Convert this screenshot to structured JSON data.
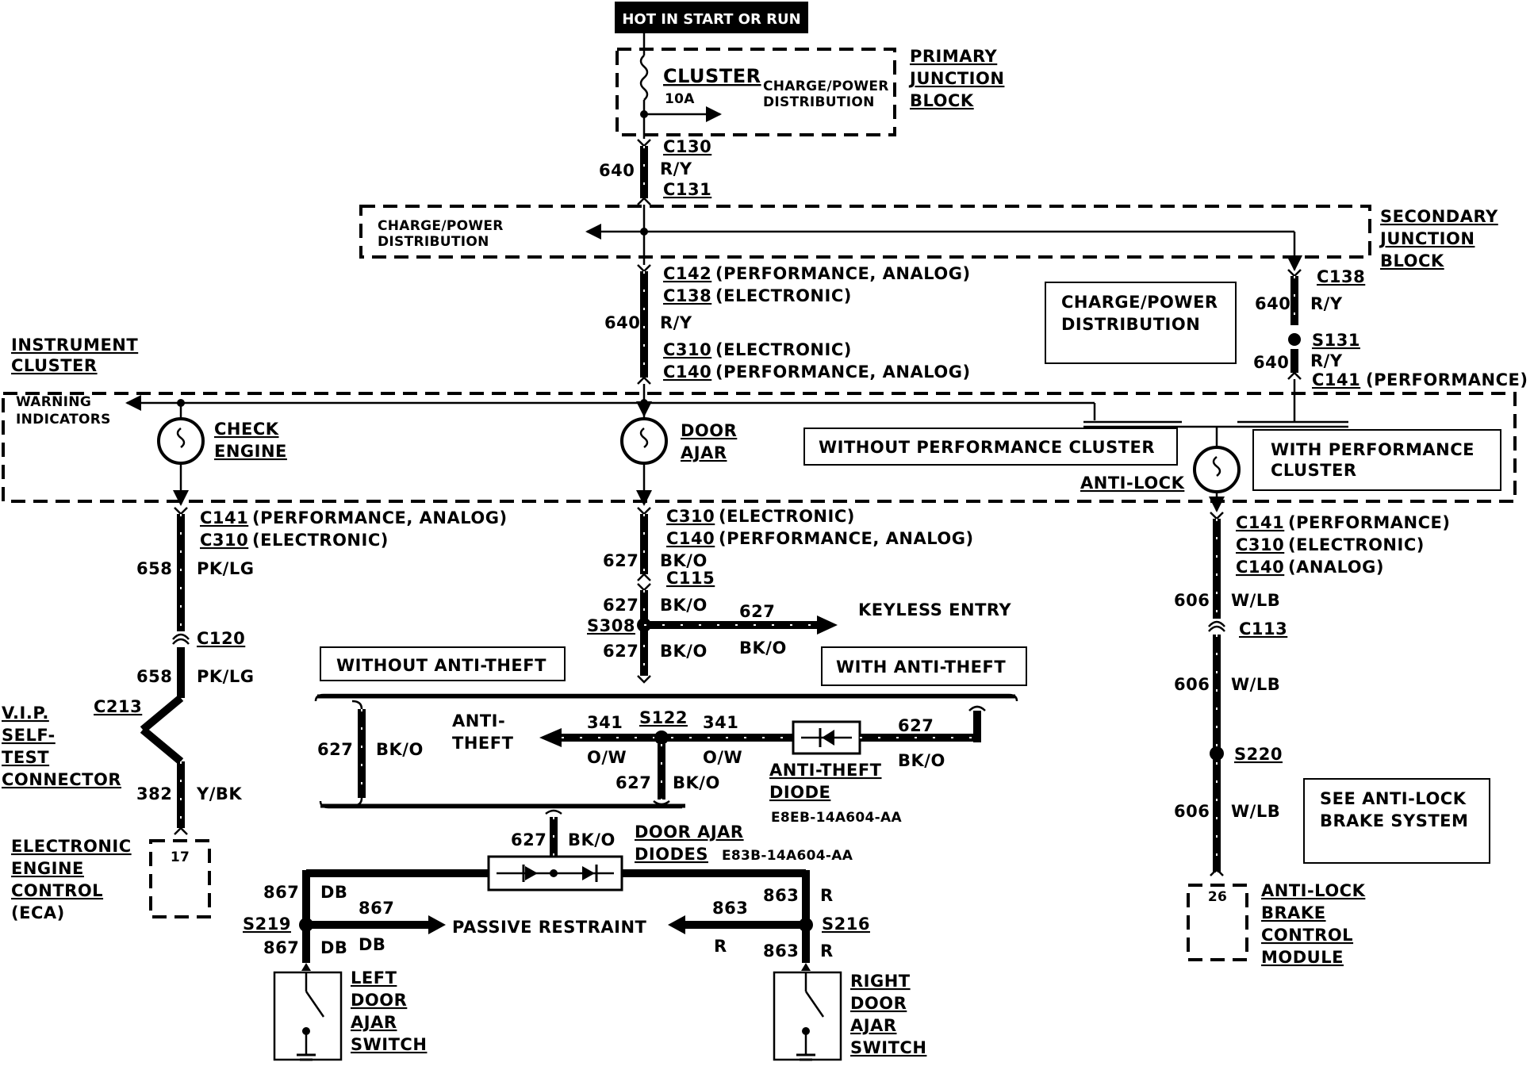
{
  "top_banner": "HOT IN START OR RUN",
  "primary_block": {
    "fuse_name": "CLUSTER",
    "fuse_rating": "10A",
    "dist_label": [
      "CHARGE/POWER",
      "DISTRIBUTION"
    ],
    "block_label": [
      "PRIMARY",
      "JUNCTION",
      "BLOCK"
    ]
  },
  "wire_640_top": {
    "circuit": "640",
    "color": "R/Y",
    "conn_top": "C130",
    "conn_bottom": "C131"
  },
  "secondary_block": {
    "dist_label": [
      "CHARGE/POWER",
      "DISTRIBUTION"
    ],
    "block_label": [
      "SECONDARY",
      "JUNCTION",
      "BLOCK"
    ]
  },
  "wire_640_center": {
    "circuit": "640",
    "color": "R/Y",
    "conn1": "C142",
    "conn1_note": "(PERFORMANCE, ANALOG)",
    "conn2": "C138",
    "conn2_note": "(ELECTRONIC)",
    "conn3": "C310",
    "conn3_note": "(ELECTRONIC)",
    "conn4": "C140",
    "conn4_note": "(PERFORMANCE, ANALOG)"
  },
  "charge_power_box": [
    "CHARGE/POWER",
    "DISTRIBUTION"
  ],
  "right_feed": {
    "conn_top": "C138",
    "circuit1": "640",
    "color1": "R/Y",
    "splice": "S131",
    "circuit2": "640",
    "color2": "R/Y",
    "conn_bottom": "C141",
    "conn_bottom_note": "(PERFORMANCE)"
  },
  "instrument_cluster": {
    "title": [
      "INSTRUMENT",
      "CLUSTER"
    ],
    "warning": [
      "WARNING",
      "INDICATORS"
    ],
    "lamp1": [
      "CHECK",
      "ENGINE"
    ],
    "lamp2": [
      "DOOR",
      "AJAR"
    ],
    "lamp3": "ANTI-LOCK",
    "without_perf": "WITHOUT PERFORMANCE CLUSTER",
    "with_perf": [
      "WITH PERFORMANCE",
      "CLUSTER"
    ]
  },
  "left_branch": {
    "conn1": "C141",
    "conn1_note": "(PERFORMANCE, ANALOG)",
    "conn2": "C310",
    "conn2_note": "(ELECTRONIC)",
    "circuit1": "658",
    "color1": "PK/LG",
    "conn3": "C120",
    "circuit2": "658",
    "color2": "PK/LG",
    "conn4": "C213",
    "vip": [
      "V.I.P.",
      "SELF-",
      "TEST",
      "CONNECTOR"
    ],
    "circuit3": "382",
    "color3": "Y/BK",
    "ecm": [
      "ELECTRONIC",
      "ENGINE",
      "CONTROL",
      "(ECA)"
    ],
    "ecm_pin": "17"
  },
  "center_branch": {
    "conn1": "C310",
    "conn1_note": "(ELECTRONIC)",
    "conn2": "C140",
    "conn2_note": "(PERFORMANCE, ANALOG)",
    "circuit1": "627",
    "color1": "BK/O",
    "conn3": "C115",
    "circuit2": "627",
    "color2": "BK/O",
    "splice": "S308",
    "keyless_circuit": "627",
    "keyless_color": "BK/O",
    "keyless_label": "KEYLESS ENTRY",
    "circuit3": "627",
    "color3": "BK/O",
    "without_theft": "WITHOUT ANTI-THEFT",
    "with_theft": "WITH ANTI-THEFT",
    "bypass_circuit": "627",
    "bypass_color": "BK/O",
    "anti_theft": [
      "ANTI-",
      "THEFT"
    ],
    "at_circuit1": "341",
    "at_color1": "O/W",
    "at_splice": "S122",
    "at_circuit2": "341",
    "at_color2": "O/W",
    "at_circuit3": "627",
    "at_color3": "BK/O",
    "at_drop_circuit": "627",
    "at_drop_color": "BK/O",
    "at_diode": [
      "ANTI-THEFT",
      "DIODE"
    ],
    "at_diode_part": "E8EB-14A604-AA",
    "da_circuit": "627",
    "da_color": "BK/O",
    "da_diodes": [
      "DOOR AJAR",
      "DIODES"
    ],
    "da_diodes_part": "E83B-14A604-AA"
  },
  "bottom": {
    "left_circuit1": "867",
    "left_color1": "DB",
    "left_splice": "S219",
    "left_circuit2": "867",
    "left_color2": "DB",
    "left_mid_circuit": "867",
    "left_mid_color": "DB",
    "passive": "PASSIVE RESTRAINT",
    "right_mid_circuit": "863",
    "right_mid_color": "R",
    "right_circuit1": "863",
    "right_color1": "R",
    "right_splice": "S216",
    "right_circuit2": "863",
    "right_color2": "R",
    "left_switch": [
      "LEFT",
      "DOOR",
      "AJAR",
      "SWITCH"
    ],
    "right_switch": [
      "RIGHT",
      "DOOR",
      "AJAR",
      "SWITCH"
    ]
  },
  "right_branch": {
    "conn1": "C141",
    "conn1_note": "(PERFORMANCE)",
    "conn2": "C310",
    "conn2_note": "(ELECTRONIC)",
    "conn3": "C140",
    "conn3_note": "(ANALOG)",
    "circuit1": "606",
    "color1": "W/LB",
    "conn4": "C113",
    "circuit2": "606",
    "color2": "W/LB",
    "splice": "S220",
    "circuit3": "606",
    "color3": "W/LB",
    "see_abs": [
      "SEE ANTI-LOCK",
      "BRAKE SYSTEM"
    ],
    "abs_module": [
      "ANTI-LOCK",
      "BRAKE",
      "CONTROL",
      "MODULE"
    ],
    "abs_pin": "26"
  }
}
